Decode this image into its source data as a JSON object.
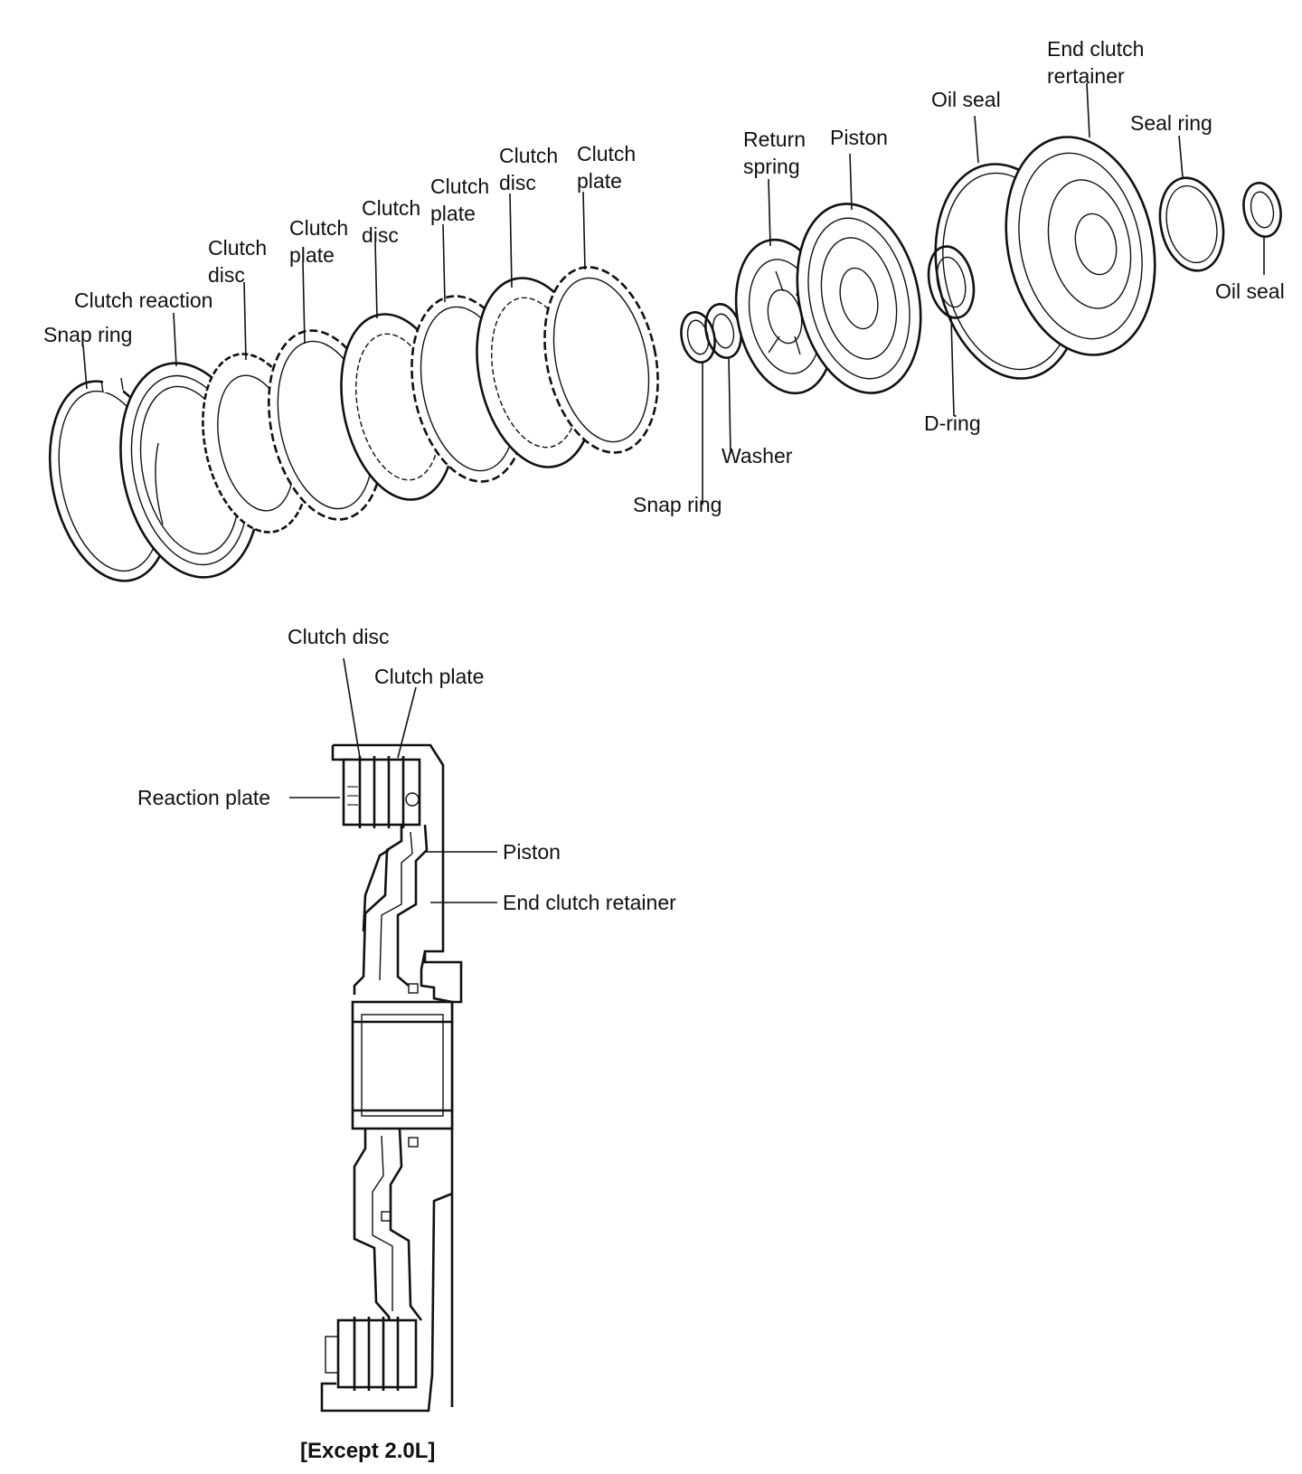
{
  "exploded_labels": {
    "snap_ring_left": "Snap ring",
    "clutch_reaction": "Clutch reaction",
    "clutch_disc_1": "Clutch\ndisc",
    "clutch_plate_1": "Clutch\nplate",
    "clutch_disc_2": "Clutch\ndisc",
    "clutch_plate_2": "Clutch\nplate",
    "clutch_disc_3": "Clutch\ndisc",
    "clutch_plate_3": "Clutch\nplate",
    "snap_ring_center": "Snap ring",
    "washer": "Washer",
    "return_spring": "Return\nspring",
    "piston": "Piston",
    "d_ring": "D-ring",
    "oil_seal_1": "Oil seal",
    "end_clutch_retainer": "End clutch\nrertainer",
    "seal_ring": "Seal ring",
    "oil_seal_2": "Oil seal"
  },
  "section_labels": {
    "clutch_disc": "Clutch disc",
    "clutch_plate": "Clutch plate",
    "reaction_plate": "Reaction plate",
    "piston": "Piston",
    "end_clutch_retainer": "End clutch retainer"
  },
  "caption": "[Except 2.0L]"
}
